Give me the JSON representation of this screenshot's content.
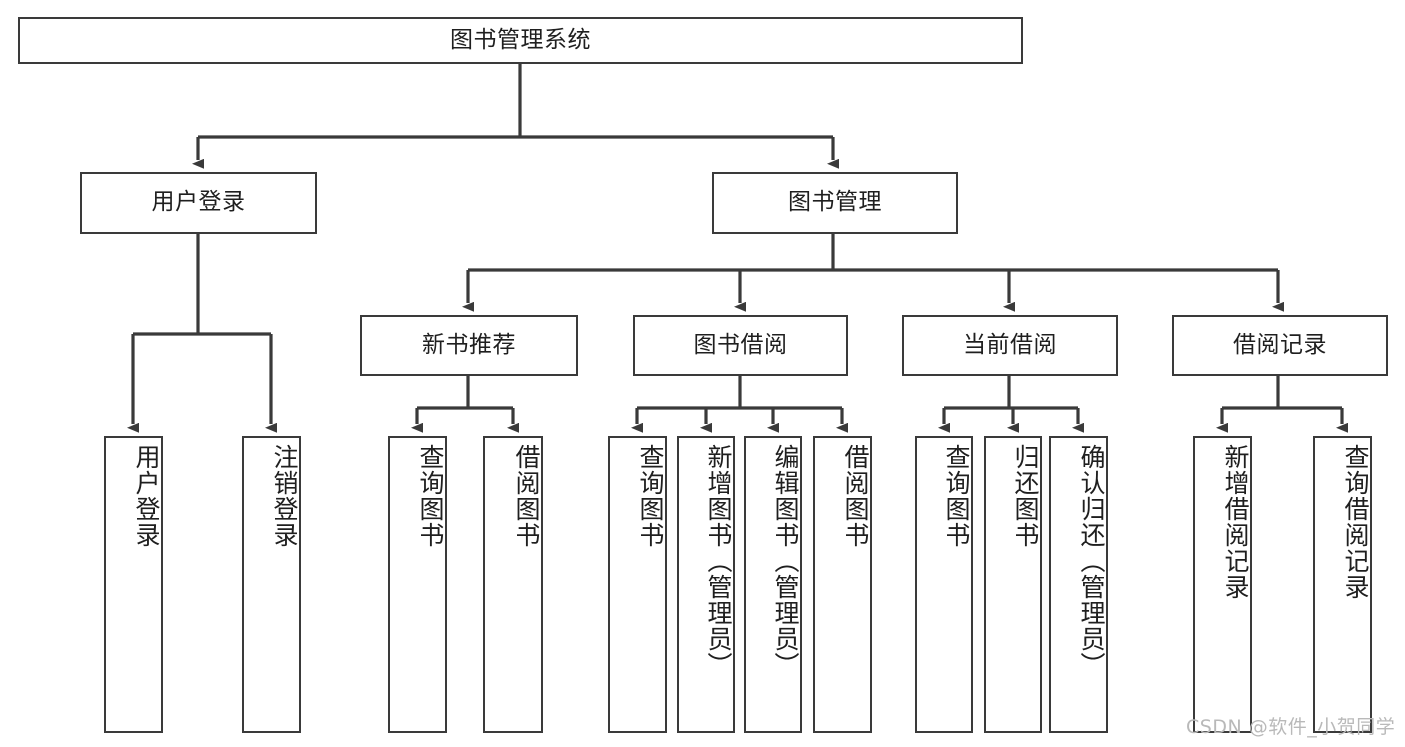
{
  "diagram": {
    "type": "tree-hierarchy-chart",
    "title": "图书管理系统",
    "colors": {
      "box_border": "#3a3a3a",
      "box_fill": "#ffffff",
      "text": "#1f1f1f",
      "edge": "#3a3a3a",
      "watermark": "#b9b9b9",
      "background": "#ffffff"
    },
    "nodes": {
      "root": {
        "label": "图书管理系统",
        "level": 1,
        "orientation": "horizontal"
      },
      "user_login": {
        "label": "用户登录",
        "level": 2,
        "orientation": "horizontal"
      },
      "book_manage": {
        "label": "图书管理",
        "level": 2,
        "orientation": "horizontal"
      },
      "new_book_rec": {
        "label": "新书推荐",
        "level": 3,
        "orientation": "horizontal"
      },
      "book_borrow": {
        "label": "图书借阅",
        "level": 3,
        "orientation": "horizontal"
      },
      "current_borrow": {
        "label": "当前借阅",
        "level": 3,
        "orientation": "horizontal"
      },
      "borrow_record": {
        "label": "借阅记录",
        "level": 3,
        "orientation": "horizontal"
      },
      "leaf_user_login": {
        "label": "用户登录",
        "level": 3,
        "orientation": "vertical"
      },
      "leaf_logout": {
        "label": "注销登录",
        "level": 3,
        "orientation": "vertical"
      },
      "leaf_query_book_1": {
        "label": "查询图书",
        "level": 4,
        "orientation": "vertical"
      },
      "leaf_borrow_book_1": {
        "label": "借阅图书",
        "level": 4,
        "orientation": "vertical"
      },
      "leaf_query_book_2": {
        "label": "查询图书",
        "level": 4,
        "orientation": "vertical"
      },
      "leaf_add_book": {
        "label": "新增图书（管理员）",
        "level": 4,
        "orientation": "vertical"
      },
      "leaf_edit_book": {
        "label": "编辑图书（管理员）",
        "level": 4,
        "orientation": "vertical"
      },
      "leaf_borrow_book_2": {
        "label": "借阅图书",
        "level": 4,
        "orientation": "vertical"
      },
      "leaf_query_book_3": {
        "label": "查询图书",
        "level": 4,
        "orientation": "vertical"
      },
      "leaf_return_book": {
        "label": "归还图书",
        "level": 4,
        "orientation": "vertical"
      },
      "leaf_confirm_return": {
        "label": "确认归还（管理员）",
        "level": 4,
        "orientation": "vertical"
      },
      "leaf_add_record": {
        "label": "新增借阅记录",
        "level": 4,
        "orientation": "vertical"
      },
      "leaf_query_record": {
        "label": "查询借阅记录",
        "level": 4,
        "orientation": "vertical"
      }
    },
    "edges": [
      {
        "from": "root",
        "to": "user_login"
      },
      {
        "from": "root",
        "to": "book_manage"
      },
      {
        "from": "user_login",
        "to": "leaf_user_login"
      },
      {
        "from": "user_login",
        "to": "leaf_logout"
      },
      {
        "from": "book_manage",
        "to": "new_book_rec"
      },
      {
        "from": "book_manage",
        "to": "book_borrow"
      },
      {
        "from": "book_manage",
        "to": "current_borrow"
      },
      {
        "from": "book_manage",
        "to": "borrow_record"
      },
      {
        "from": "new_book_rec",
        "to": "leaf_query_book_1"
      },
      {
        "from": "new_book_rec",
        "to": "leaf_borrow_book_1"
      },
      {
        "from": "book_borrow",
        "to": "leaf_query_book_2"
      },
      {
        "from": "book_borrow",
        "to": "leaf_add_book"
      },
      {
        "from": "book_borrow",
        "to": "leaf_edit_book"
      },
      {
        "from": "book_borrow",
        "to": "leaf_borrow_book_2"
      },
      {
        "from": "current_borrow",
        "to": "leaf_query_book_3"
      },
      {
        "from": "current_borrow",
        "to": "leaf_return_book"
      },
      {
        "from": "current_borrow",
        "to": "leaf_confirm_return"
      },
      {
        "from": "borrow_record",
        "to": "leaf_add_record"
      },
      {
        "from": "borrow_record",
        "to": "leaf_query_record"
      }
    ]
  },
  "watermark": {
    "text": "CSDN @软件_小贺同学"
  }
}
